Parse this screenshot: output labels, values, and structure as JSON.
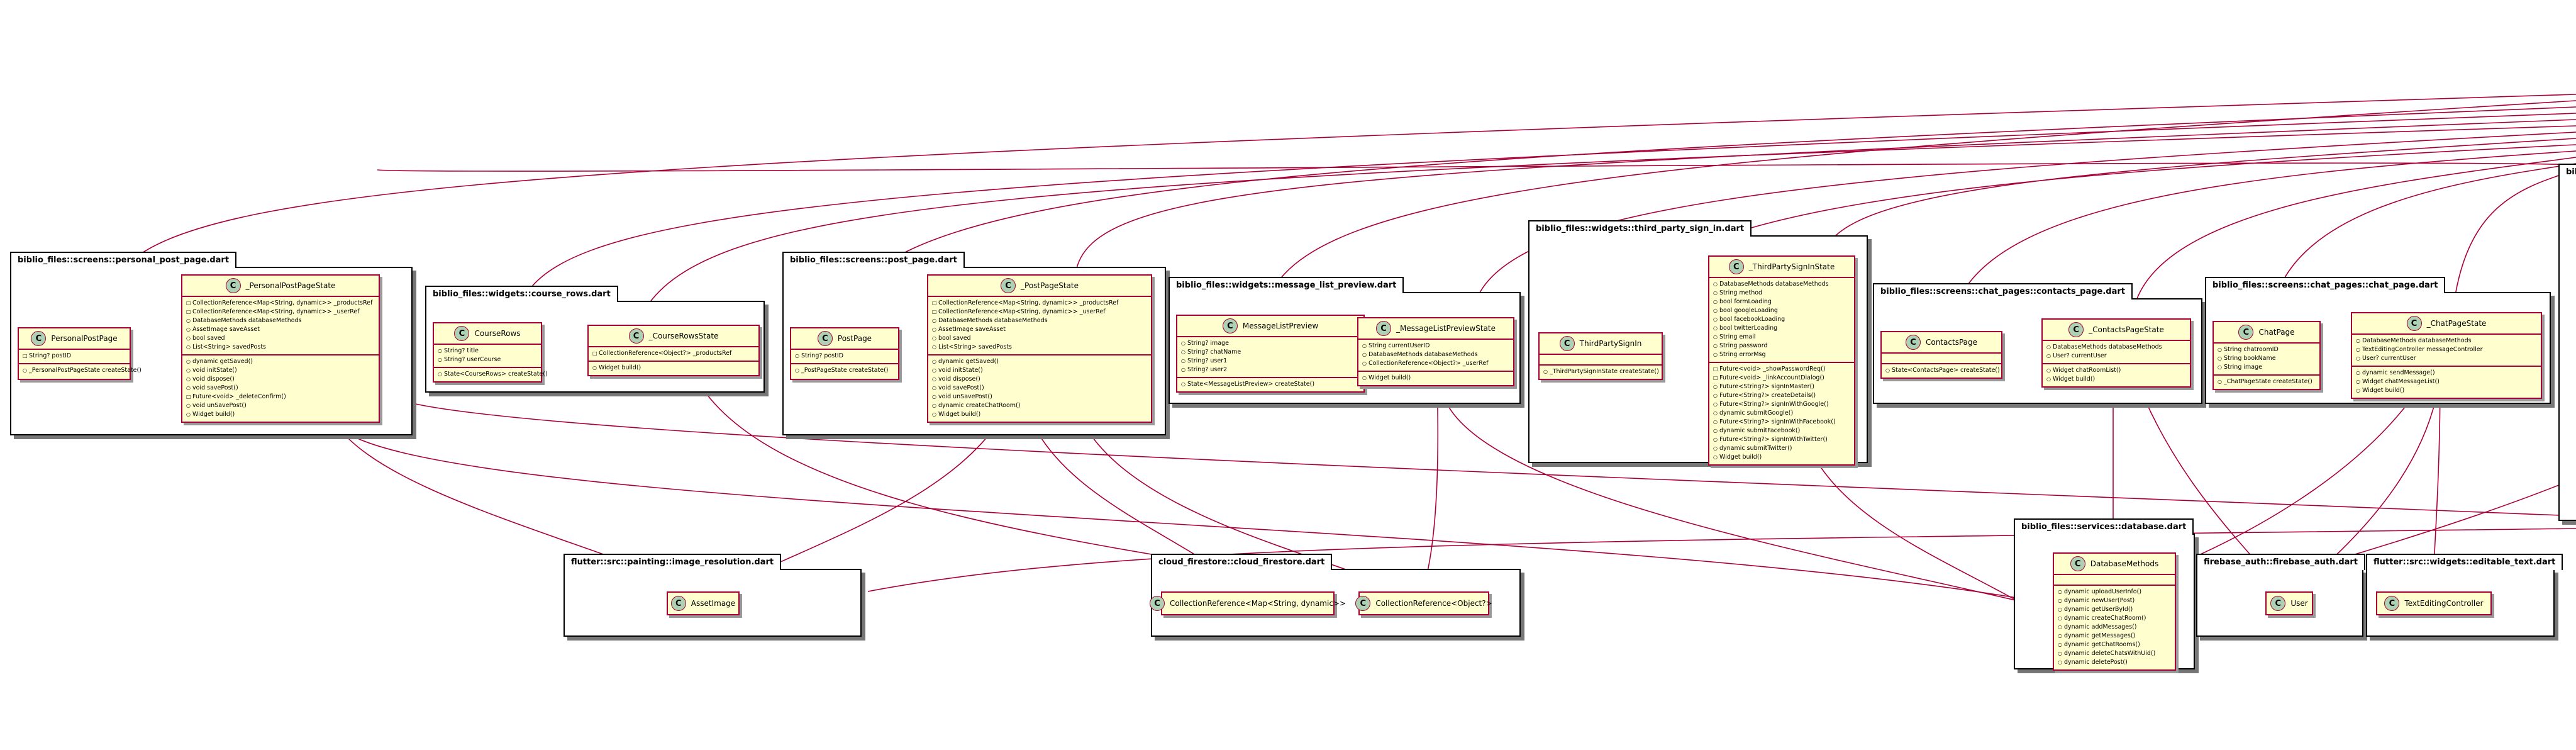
{
  "packages": [
    {
      "id": "pk_personal",
      "name": "biblio_files::screens::personal_post_page.dart"
    },
    {
      "id": "pk_course",
      "name": "biblio_files::widgets::course_rows.dart"
    },
    {
      "id": "pk_post",
      "name": "biblio_files::screens::post_page.dart"
    },
    {
      "id": "pk_msgprev",
      "name": "biblio_files::widgets::message_list_preview.dart"
    },
    {
      "id": "pk_third",
      "name": "biblio_files::widgets::third_party_sign_in.dart"
    },
    {
      "id": "pk_contacts",
      "name": "biblio_files::screens::chat_pages::contacts_page.dart"
    },
    {
      "id": "pk_chat",
      "name": "biblio_files::screens::chat_pages::chat_page.dart"
    },
    {
      "id": "pk_bib_cut",
      "name": "bib"
    },
    {
      "id": "pk_imgres",
      "name": "flutter::src::painting::image_resolution.dart"
    },
    {
      "id": "pk_firestore",
      "name": "cloud_firestore::cloud_firestore.dart"
    },
    {
      "id": "pk_db",
      "name": "biblio_files::services::database.dart"
    },
    {
      "id": "pk_auth",
      "name": "firebase_auth::firebase_auth.dart"
    },
    {
      "id": "pk_edit",
      "name": "flutter::src::widgets::editable_text.dart"
    }
  ],
  "classes": [
    {
      "id": "c_personalpostpage",
      "name": "PersonalPostPage",
      "icon": "C",
      "fields": [
        {
          "v": "□",
          "t": "String? postID"
        }
      ],
      "methods": [
        {
          "v": "○",
          "t": "_PersonalPostPageState createState()"
        }
      ]
    },
    {
      "id": "c_personalstate",
      "name": "_PersonalPostPageState",
      "icon": "C",
      "fields": [
        {
          "v": "□",
          "t": "CollectionReference<Map<String, dynamic>> _productsRef"
        },
        {
          "v": "□",
          "t": "CollectionReference<Map<String, dynamic>> _userRef"
        },
        {
          "v": "○",
          "t": "DatabaseMethods databaseMethods"
        },
        {
          "v": "○",
          "t": "AssetImage saveAsset"
        },
        {
          "v": "○",
          "t": "bool saved"
        },
        {
          "v": "○",
          "t": "List<String> savedPosts"
        }
      ],
      "methods": [
        {
          "v": "○",
          "t": "dynamic getSaved()"
        },
        {
          "v": "○",
          "t": "void initState()"
        },
        {
          "v": "○",
          "t": "void dispose()"
        },
        {
          "v": "○",
          "t": "void savePost()"
        },
        {
          "v": "□",
          "t": "Future<void> _deleteConfirm()"
        },
        {
          "v": "○",
          "t": "void unSavePost()"
        },
        {
          "v": "○",
          "t": "Widget build()"
        }
      ]
    },
    {
      "id": "c_courserows",
      "name": "CourseRows",
      "icon": "C",
      "fields": [
        {
          "v": "○",
          "t": "String? title"
        },
        {
          "v": "○",
          "t": "String? userCourse"
        }
      ],
      "methods": [
        {
          "v": "○",
          "t": "State<CourseRows> createState()"
        }
      ]
    },
    {
      "id": "c_courserowsstate",
      "name": "_CourseRowsState",
      "icon": "C",
      "fields": [
        {
          "v": "□",
          "t": "CollectionReference<Object?> _productsRef"
        }
      ],
      "methods": [
        {
          "v": "○",
          "t": "Widget build()"
        }
      ]
    },
    {
      "id": "c_postpage",
      "name": "PostPage",
      "icon": "C",
      "fields": [
        {
          "v": "○",
          "t": "String? postID"
        }
      ],
      "methods": [
        {
          "v": "○",
          "t": "_PostPageState createState()"
        }
      ]
    },
    {
      "id": "c_postpagestate",
      "name": "_PostPageState",
      "icon": "C",
      "fields": [
        {
          "v": "□",
          "t": "CollectionReference<Map<String, dynamic>> _productsRef"
        },
        {
          "v": "□",
          "t": "CollectionReference<Map<String, dynamic>> _userRef"
        },
        {
          "v": "○",
          "t": "DatabaseMethods databaseMethods"
        },
        {
          "v": "○",
          "t": "AssetImage saveAsset"
        },
        {
          "v": "○",
          "t": "bool saved"
        },
        {
          "v": "○",
          "t": "List<String> savedPosts"
        }
      ],
      "methods": [
        {
          "v": "○",
          "t": "dynamic getSaved()"
        },
        {
          "v": "○",
          "t": "void initState()"
        },
        {
          "v": "○",
          "t": "void dispose()"
        },
        {
          "v": "○",
          "t": "void savePost()"
        },
        {
          "v": "○",
          "t": "void unSavePost()"
        },
        {
          "v": "○",
          "t": "dynamic createChatRoom()"
        },
        {
          "v": "○",
          "t": "Widget build()"
        }
      ]
    },
    {
      "id": "c_msgpreview",
      "name": "MessageListPreview",
      "icon": "C",
      "fields": [
        {
          "v": "○",
          "t": "String? image"
        },
        {
          "v": "○",
          "t": "String? chatName"
        },
        {
          "v": "○",
          "t": "String? user1"
        },
        {
          "v": "○",
          "t": "String? user2"
        }
      ],
      "methods": [
        {
          "v": "○",
          "t": "State<MessageListPreview> createState()"
        }
      ]
    },
    {
      "id": "c_msgpreviewstate",
      "name": "_MessageListPreviewState",
      "icon": "C",
      "fields": [
        {
          "v": "○",
          "t": "String currentUserID"
        },
        {
          "v": "○",
          "t": "DatabaseMethods databaseMethods"
        },
        {
          "v": "○",
          "t": "CollectionReference<Object?> _userRef"
        }
      ],
      "methods": [
        {
          "v": "○",
          "t": "Widget build()"
        }
      ]
    },
    {
      "id": "c_thirdsignin",
      "name": "ThirdPartySignIn",
      "icon": "C",
      "fields": [],
      "methods": [
        {
          "v": "○",
          "t": "_ThirdPartySignInState createState()"
        }
      ]
    },
    {
      "id": "c_thirdsigninstate",
      "name": "_ThirdPartySignInState",
      "icon": "C",
      "fields": [
        {
          "v": "○",
          "t": "DatabaseMethods databaseMethods"
        },
        {
          "v": "○",
          "t": "String method"
        },
        {
          "v": "○",
          "t": "bool formLoading"
        },
        {
          "v": "○",
          "t": "bool googleLoading"
        },
        {
          "v": "○",
          "t": "bool facebookLoading"
        },
        {
          "v": "○",
          "t": "bool twitterLoading"
        },
        {
          "v": "○",
          "t": "String email"
        },
        {
          "v": "○",
          "t": "String password"
        },
        {
          "v": "○",
          "t": "String errorMsg"
        }
      ],
      "methods": [
        {
          "v": "□",
          "t": "Future<void> _showPasswordReq()"
        },
        {
          "v": "□",
          "t": "Future<void> _linkAccountDialog()"
        },
        {
          "v": "○",
          "t": "Future<String?> signInMaster()"
        },
        {
          "v": "○",
          "t": "Future<String?> createDetails()"
        },
        {
          "v": "○",
          "t": "Future<String?> signInWithGoogle()"
        },
        {
          "v": "○",
          "t": "dynamic submitGoogle()"
        },
        {
          "v": "○",
          "t": "Future<String?> signInWithFacebook()"
        },
        {
          "v": "○",
          "t": "dynamic submitFacebook()"
        },
        {
          "v": "○",
          "t": "Future<String?> signInWithTwitter()"
        },
        {
          "v": "○",
          "t": "dynamic submitTwitter()"
        },
        {
          "v": "○",
          "t": "Widget build()"
        }
      ]
    },
    {
      "id": "c_contactspage",
      "name": "ContactsPage",
      "icon": "C",
      "fields": [],
      "methods": [
        {
          "v": "○",
          "t": "State<ContactsPage> createState()"
        }
      ]
    },
    {
      "id": "c_contactsstate",
      "name": "_ContactsPageState",
      "icon": "C",
      "fields": [
        {
          "v": "○",
          "t": "DatabaseMethods databaseMethods"
        },
        {
          "v": "○",
          "t": "User? currentUser"
        }
      ],
      "methods": [
        {
          "v": "○",
          "t": "Widget chatRoomList()"
        },
        {
          "v": "○",
          "t": "Widget build()"
        }
      ]
    },
    {
      "id": "c_chatpage",
      "name": "ChatPage",
      "icon": "C",
      "fields": [
        {
          "v": "○",
          "t": "String chatroomID"
        },
        {
          "v": "○",
          "t": "String bookName"
        },
        {
          "v": "○",
          "t": "String image"
        }
      ],
      "methods": [
        {
          "v": "○",
          "t": "_ChatPageState createState()"
        }
      ]
    },
    {
      "id": "c_chatpagestate",
      "name": "_ChatPageState",
      "icon": "C",
      "fields": [
        {
          "v": "○",
          "t": "DatabaseMethods databaseMethods"
        },
        {
          "v": "○",
          "t": "TextEditingController messageController"
        },
        {
          "v": "○",
          "t": "User? currentUser"
        }
      ],
      "methods": [
        {
          "v": "○",
          "t": "dynamic sendMessage()"
        },
        {
          "v": "○",
          "t": "Widget chatMessageList()"
        },
        {
          "v": "○",
          "t": "Widget build()"
        }
      ]
    },
    {
      "id": "c_assetimage",
      "name": "AssetImage",
      "icon": "C",
      "fields": null,
      "methods": null
    },
    {
      "id": "c_collref_map",
      "name": "CollectionReference<Map<String, dynamic>>",
      "icon": "C",
      "fields": null,
      "methods": null
    },
    {
      "id": "c_collref_obj",
      "name": "CollectionReference<Object?>",
      "icon": "C",
      "fields": null,
      "methods": null
    },
    {
      "id": "c_dbmethods",
      "name": "DatabaseMethods",
      "icon": "C",
      "fields": [],
      "methods": [
        {
          "v": "○",
          "t": "dynamic uploadUserInfo()"
        },
        {
          "v": "○",
          "t": "dynamic newUser(Post)"
        },
        {
          "v": "○",
          "t": "dynamic getUserById()"
        },
        {
          "v": "○",
          "t": "dynamic createChatRoom()"
        },
        {
          "v": "○",
          "t": "dynamic addMessages()"
        },
        {
          "v": "○",
          "t": "dynamic getMessages()"
        },
        {
          "v": "○",
          "t": "dynamic getChatRooms()"
        },
        {
          "v": "○",
          "t": "dynamic deleteChatsWithUid()"
        },
        {
          "v": "○",
          "t": "dynamic deletePost()"
        }
      ]
    },
    {
      "id": "c_user",
      "name": "User",
      "icon": "C",
      "fields": null,
      "methods": null
    },
    {
      "id": "c_texteditctrl",
      "name": "TextEditingController",
      "icon": "C",
      "fields": null,
      "methods": null
    }
  ]
}
